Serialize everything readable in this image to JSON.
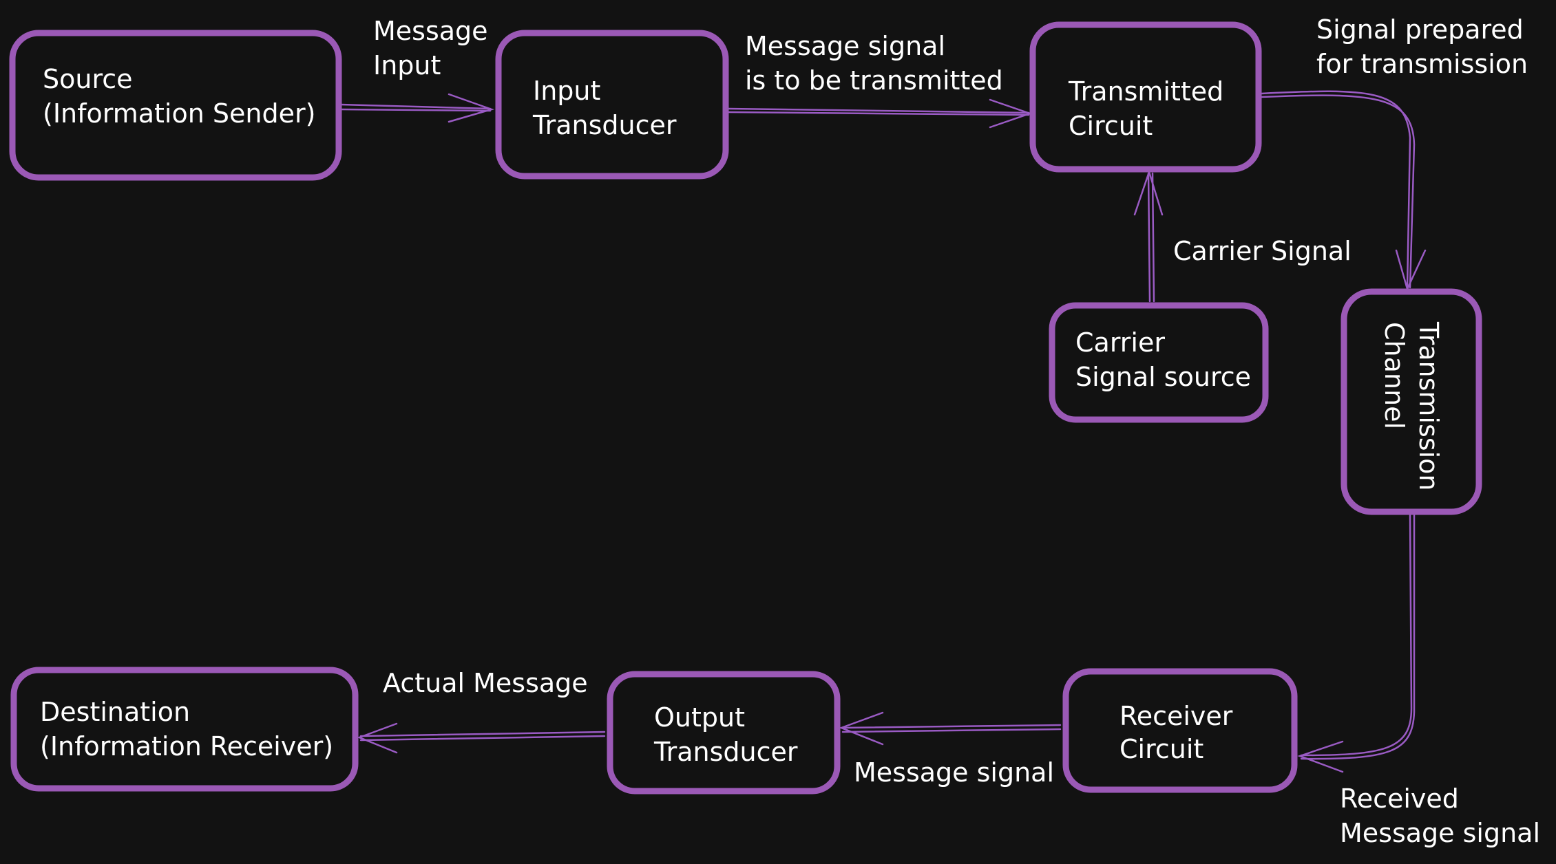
{
  "diagram": {
    "nodes": {
      "source": [
        "Source",
        "(Information Sender)"
      ],
      "input_transducer": [
        "Input",
        "Transducer"
      ],
      "transmitted_circuit": [
        "Transmitted",
        "Circuit"
      ],
      "carrier_source": [
        "Carrier",
        "Signal source"
      ],
      "transmission_channel": [
        "Transmission",
        "Channel"
      ],
      "receiver_circuit": [
        "Receiver",
        "Circuit"
      ],
      "output_transducer": [
        "Output",
        "Transducer"
      ],
      "destination": [
        "Destination",
        "(Information Receiver)"
      ]
    },
    "edge_labels": {
      "message_input": [
        "Message",
        "Input"
      ],
      "message_signal_tx": [
        "Message signal",
        "is to be transmitted"
      ],
      "signal_prepared": [
        "Signal prepared",
        "for transmission"
      ],
      "carrier_signal": [
        "Carrier Signal"
      ],
      "received_message_signal": [
        "Received",
        "Message signal"
      ],
      "message_signal_rx": [
        "Message signal"
      ],
      "actual_message": [
        "Actual Message"
      ]
    },
    "colors": {
      "background": "#121212",
      "node_stroke": "#9b59b6",
      "edge_stroke": "#9a5bc4",
      "text": "#ffffff"
    }
  }
}
